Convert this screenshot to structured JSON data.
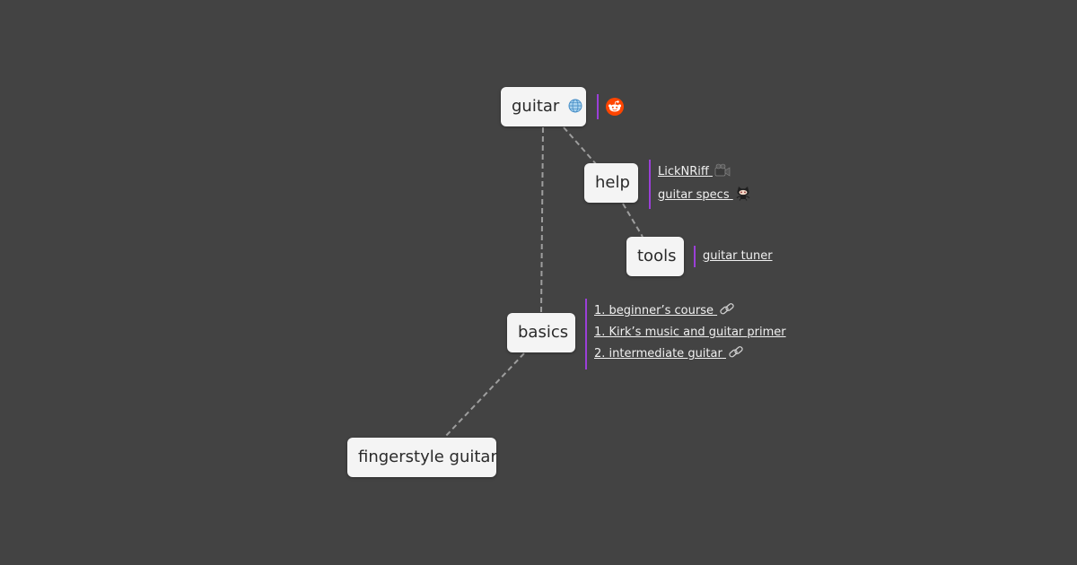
{
  "nodes": {
    "guitar": "guitar",
    "help": "help",
    "tools": "tools",
    "basics": "basics",
    "fingerstyle": "fingerstyle guitar"
  },
  "links": {
    "help": [
      "LickNRiff",
      "guitar specs"
    ],
    "tools": [
      "guitar tuner"
    ],
    "basics": [
      "1. beginner’s course",
      "1. Kirk’s music and guitar primer",
      "2. intermediate guitar"
    ]
  },
  "icons": {
    "guitar_node": "globe-icon",
    "guitar_link": "reddit-icon",
    "licknriff": "video-camera-icon",
    "guitar_specs": "github-octocat-icon",
    "course_link": "chain-link-icon"
  },
  "colors": {
    "background": "#434343",
    "node": "#f4f4f4",
    "edge": "#9e9e9e",
    "link_bar": "#9b3fd8",
    "reddit": "#ff4500"
  }
}
